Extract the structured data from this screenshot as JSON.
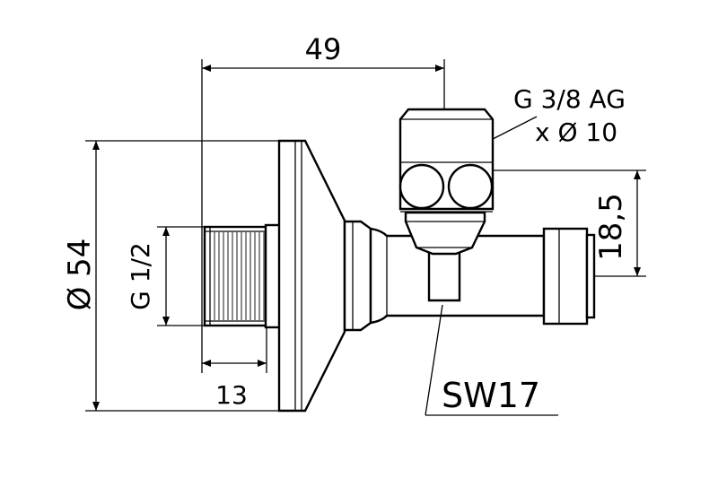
{
  "drawing": {
    "dimensions": {
      "overall_length": "49",
      "flange_diameter": "Ø 54",
      "inlet_thread": "G 1/2",
      "thread_length": "13",
      "outlet_height": "18,5"
    },
    "callouts": {
      "outlet_thread_line1": "G 3/8 AG",
      "outlet_thread_line2": "x Ø 10",
      "wrench_size": "SW17"
    }
  }
}
